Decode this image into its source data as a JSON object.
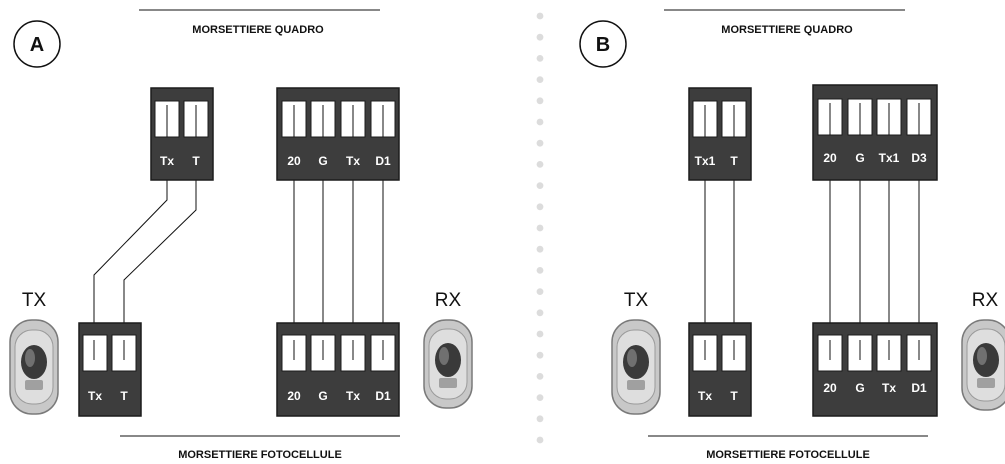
{
  "panels": [
    {
      "letter": "A",
      "top_title": "MORSETTIERE QUADRO",
      "bottom_title": "MORSETTIERE FOTOCELLULE",
      "tx_label": "TX",
      "rx_label": "RX",
      "blocks": {
        "top_tx": [
          "Tx",
          "T"
        ],
        "top_rx": [
          "20",
          "G",
          "Tx",
          "D1"
        ],
        "bottom_tx": [
          "Tx",
          "T"
        ],
        "bottom_rx": [
          "20",
          "G",
          "Tx",
          "D1"
        ]
      }
    },
    {
      "letter": "B",
      "top_title": "MORSETTIERE QUADRO",
      "bottom_title": "MORSETTIERE FOTOCELLULE",
      "tx_label": "TX",
      "rx_label": "RX",
      "blocks": {
        "top_tx": [
          "Tx1",
          "T"
        ],
        "top_rx": [
          "20",
          "G",
          "Tx1",
          "D3"
        ],
        "bottom_tx": [
          "Tx",
          "T"
        ],
        "bottom_rx": [
          "20",
          "G",
          "Tx",
          "D1"
        ]
      }
    }
  ],
  "colors": {
    "block_body": "#3d3d3d",
    "block_edge": "#1c1c1c",
    "socket_bg": "#ffffff",
    "divider_dots": "#dcdcdc",
    "device_body": "#c8c8c8"
  },
  "icons": [
    "tx-photocell-icon",
    "rx-photocell-icon"
  ]
}
